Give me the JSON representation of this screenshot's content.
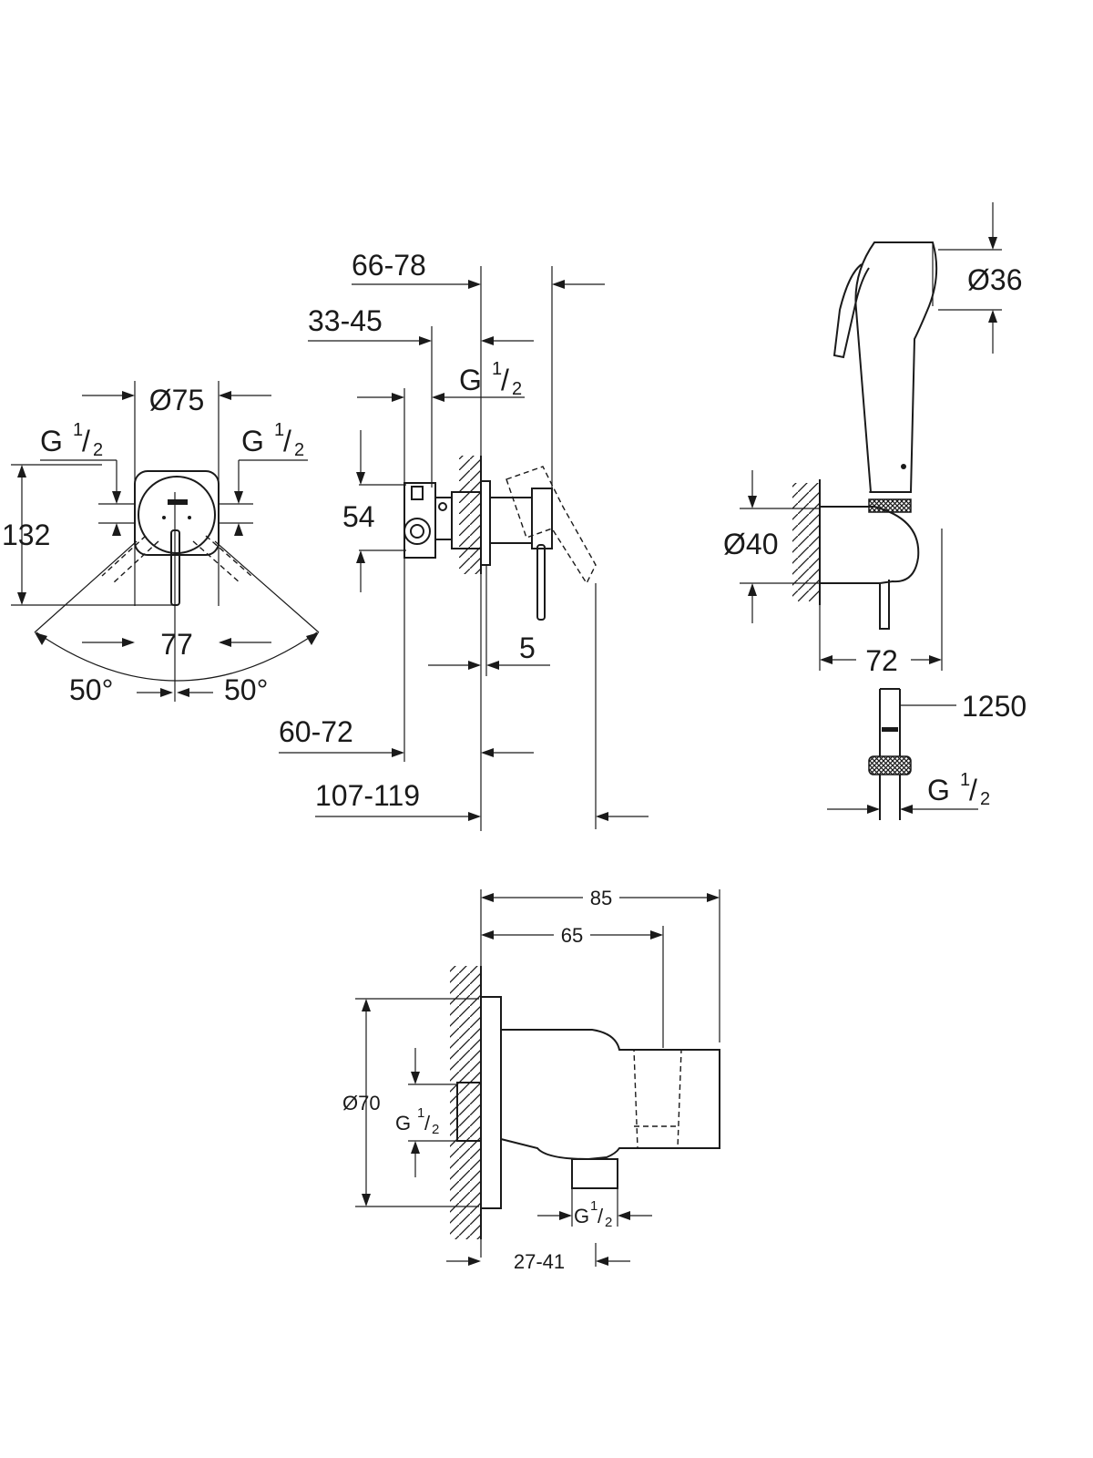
{
  "front_view": {
    "diameter": "Ø75",
    "thread_left": "G",
    "thread_right": "G",
    "thread_fraction_num": "1",
    "thread_fraction_den": "2",
    "height": "132",
    "width": "77",
    "angle_left": "50°",
    "angle_right": "50°"
  },
  "side_view": {
    "dim_top": "66-78",
    "dim_second": "33-45",
    "thread": "G",
    "thread_fraction_num": "1",
    "thread_fraction_den": "2",
    "height": "54",
    "offset": "5",
    "dim_lower": "60-72",
    "dim_bottom": "107-119"
  },
  "hand_shower": {
    "head_diameter": "Ø36",
    "holder_diameter": "Ø40",
    "depth": "72",
    "hose_length": "1250",
    "thread": "G",
    "thread_fraction_num": "1",
    "thread_fraction_den": "2"
  },
  "wall_outlet": {
    "overall": "85",
    "inner": "65",
    "diameter": "Ø70",
    "thread_inlet": "G",
    "thread_outlet": "G",
    "thread_fraction_num": "1",
    "thread_fraction_den": "2",
    "recess": "27-41"
  }
}
